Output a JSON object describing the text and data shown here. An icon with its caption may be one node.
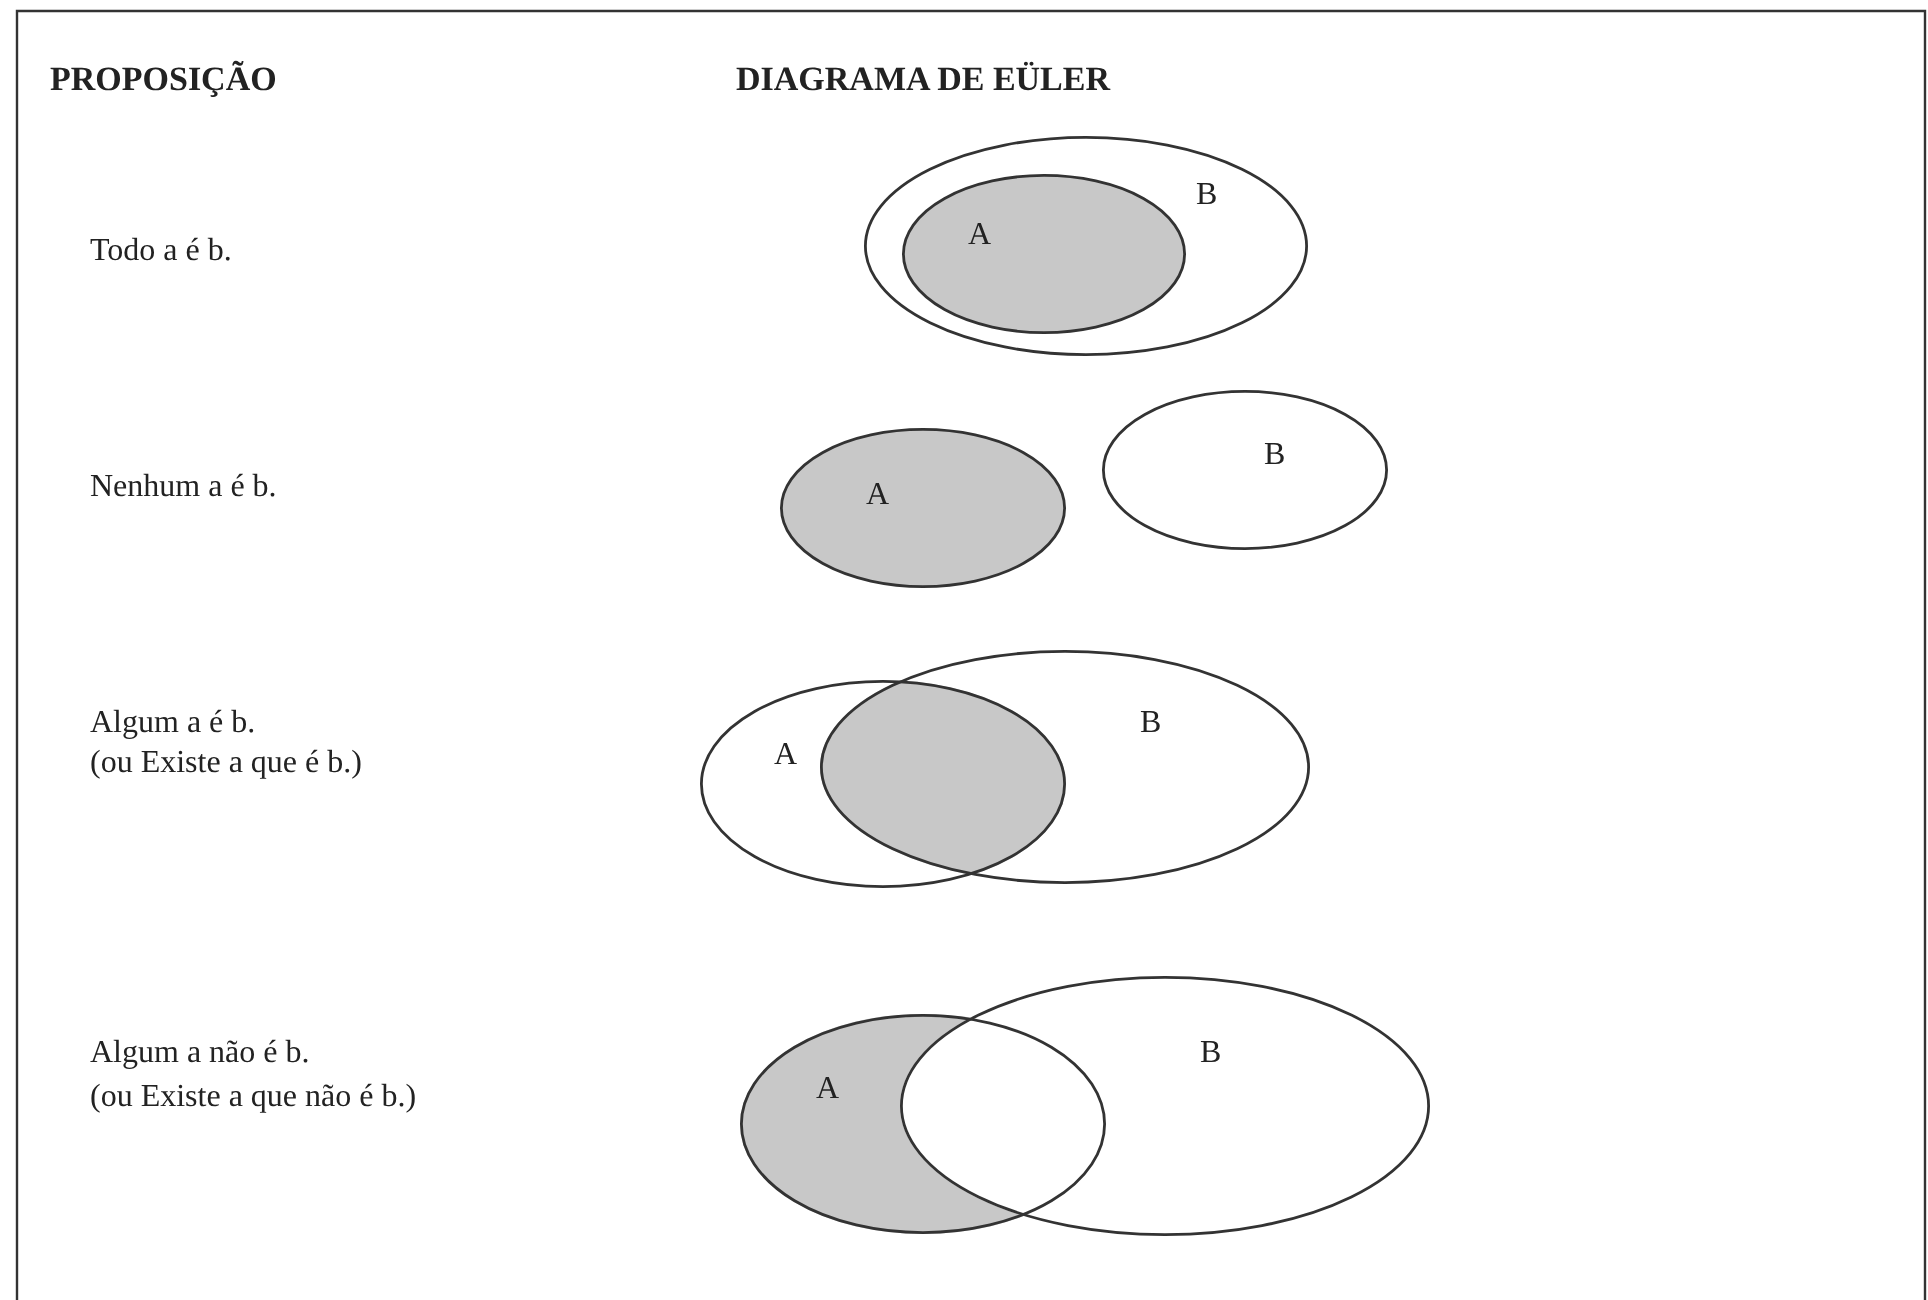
{
  "diagram": {
    "nodes": [
      {
        "text": [
          "B"
        ]
      },
      {
        "text": [
          "A"
        ],
        "in": 0
      },
      {
        "text": [
          "A"
        ]
      },
      {
        "text": [
          "B"
        ]
      },
      {
        "text": [
          "A"
        ]
      },
      {
        "text": [
          "B"
        ]
      },
      {
        "text": [
          "A"
        ]
      },
      {
        "text": [
          "B"
        ]
      }
    ],
    "edges": [],
    "labels": [
      "PROPOSIÇÃO",
      "DIAGRAMA DE EÜLER",
      "Todo a é b.",
      "Nenhum a é b.",
      "Algum a é b.",
      "(ou Existe a que é b.)",
      "Algum a não é b.",
      "(ou Existe a que não é b.)"
    ]
  }
}
